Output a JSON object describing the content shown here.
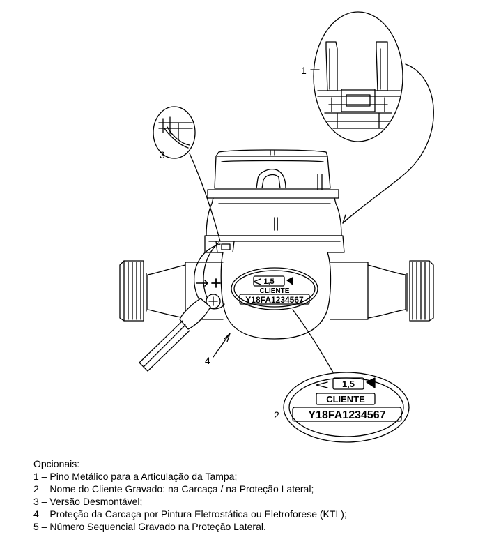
{
  "callouts": {
    "c1": "1",
    "c2": "2",
    "c3": "3",
    "c4": "4"
  },
  "plate": {
    "class": "1,5",
    "client": "CLIENTE",
    "serial": "Y18FA1234567"
  },
  "legend": {
    "title": "Opcionais:",
    "items": [
      "1 – Pino Metálico para a Articulação da Tampa;",
      "2 – Nome do Cliente Gravado: na Carcaça / na Proteção Lateral;",
      "3 – Versão Desmontável;",
      "4 – Proteção da Carcaça por Pintura Eletrostática ou Eletroforese (KTL);",
      "5 – Número Sequencial Gravado na Proteção Lateral."
    ]
  }
}
